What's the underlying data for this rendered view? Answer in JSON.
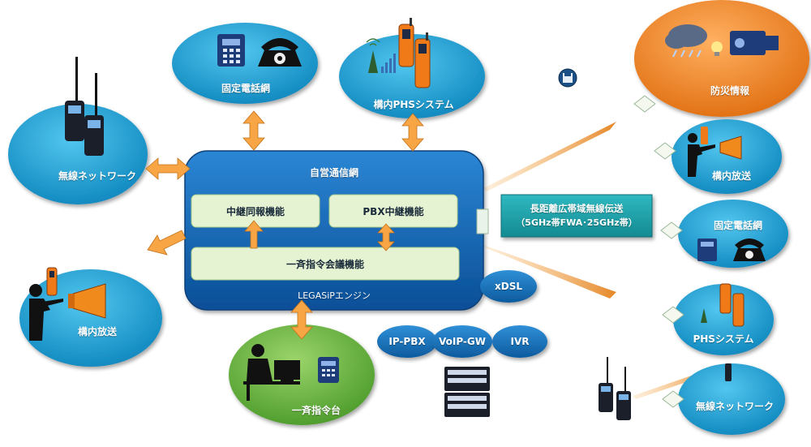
{
  "center": {
    "title": "自営通信網",
    "functions": {
      "relay_broadcast": "中継同報機能",
      "pbx_relay": "PBX中継機能",
      "conference": "一斉指令会議機能"
    },
    "engine": "LEGASiPエンジン"
  },
  "left_nodes": {
    "fixed_phone": "固定電話網",
    "phs_system": "構内PHSシステム",
    "radio_network": "無線ネットワーク",
    "announce": "構内放送",
    "dispatch_console": "一斉指令台"
  },
  "service_pills": {
    "xdsl": "xDSL",
    "ip_pbx": "IP-PBX",
    "voip_gw": "VoIP-GW",
    "ivr": "IVR"
  },
  "transmission": {
    "line1": "長距離広帯域無線伝送",
    "line2": "（5GHz帯FWA･25GHz帯）"
  },
  "right_nodes": {
    "disaster_info": "防災情報",
    "announce": "構内放送",
    "fixed_phone": "固定電話網",
    "phs_system": "PHSシステム",
    "radio_network": "無線ネットワーク"
  },
  "colors": {
    "node_blue": "#1aa6d6",
    "node_green": "#6fbf45",
    "node_orange": "#f08a1c",
    "core_blue": "#1668b8",
    "function_box": "#e6f3d3",
    "arrow_orange": "#f7a545",
    "transmission_teal": "#1ea0a8"
  }
}
